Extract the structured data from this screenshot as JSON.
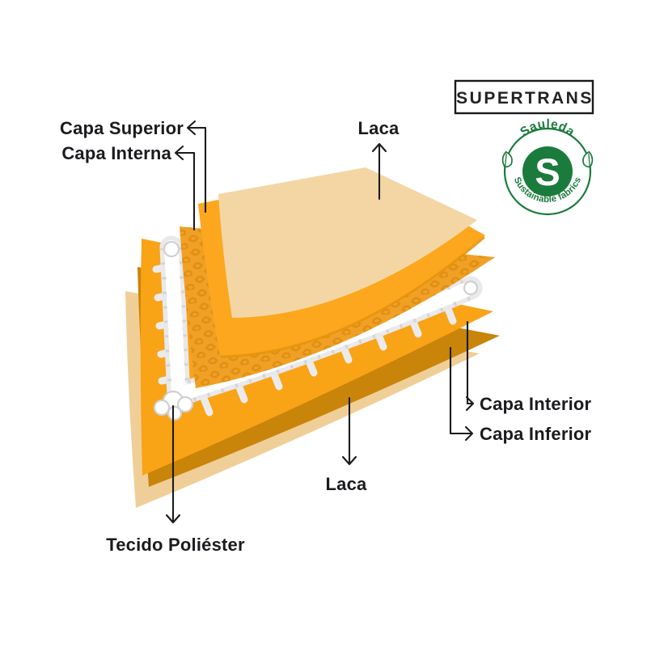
{
  "header": {
    "product_badge": "SUPERTRANS",
    "badge_border_color": "#1A1A1A",
    "badge_text_color": "#222226"
  },
  "logo": {
    "brand": "Sauleda",
    "tagline": "Sustainable fabrics",
    "initial": "S",
    "color": "#1B7B3C"
  },
  "diagram": {
    "arrow_color": "#1B1B1F",
    "label_color": "#1B1B1F",
    "layers": [
      {
        "id": "laca-top",
        "label": "Laca",
        "color": "#F3D6A4"
      },
      {
        "id": "capa-superior",
        "label": "Capa Superior",
        "color": "#FCA71D",
        "edge_color": "#E7950D"
      },
      {
        "id": "capa-interna",
        "label": "Capa Interna",
        "color": "#F0A125",
        "texture_color": "#D9890E"
      },
      {
        "id": "tecido-poliester",
        "label": "Tecido Poliéster",
        "color": "#F1F1F2",
        "knot_color": "#FFFFFF"
      },
      {
        "id": "capa-interior",
        "label": "Capa Interior",
        "color": "#F9A317"
      },
      {
        "id": "capa-inferior",
        "label": "Capa Inferior",
        "color": "#C9840A"
      },
      {
        "id": "laca-bottom",
        "label": "Laca",
        "color": "#EFCF97"
      }
    ]
  }
}
